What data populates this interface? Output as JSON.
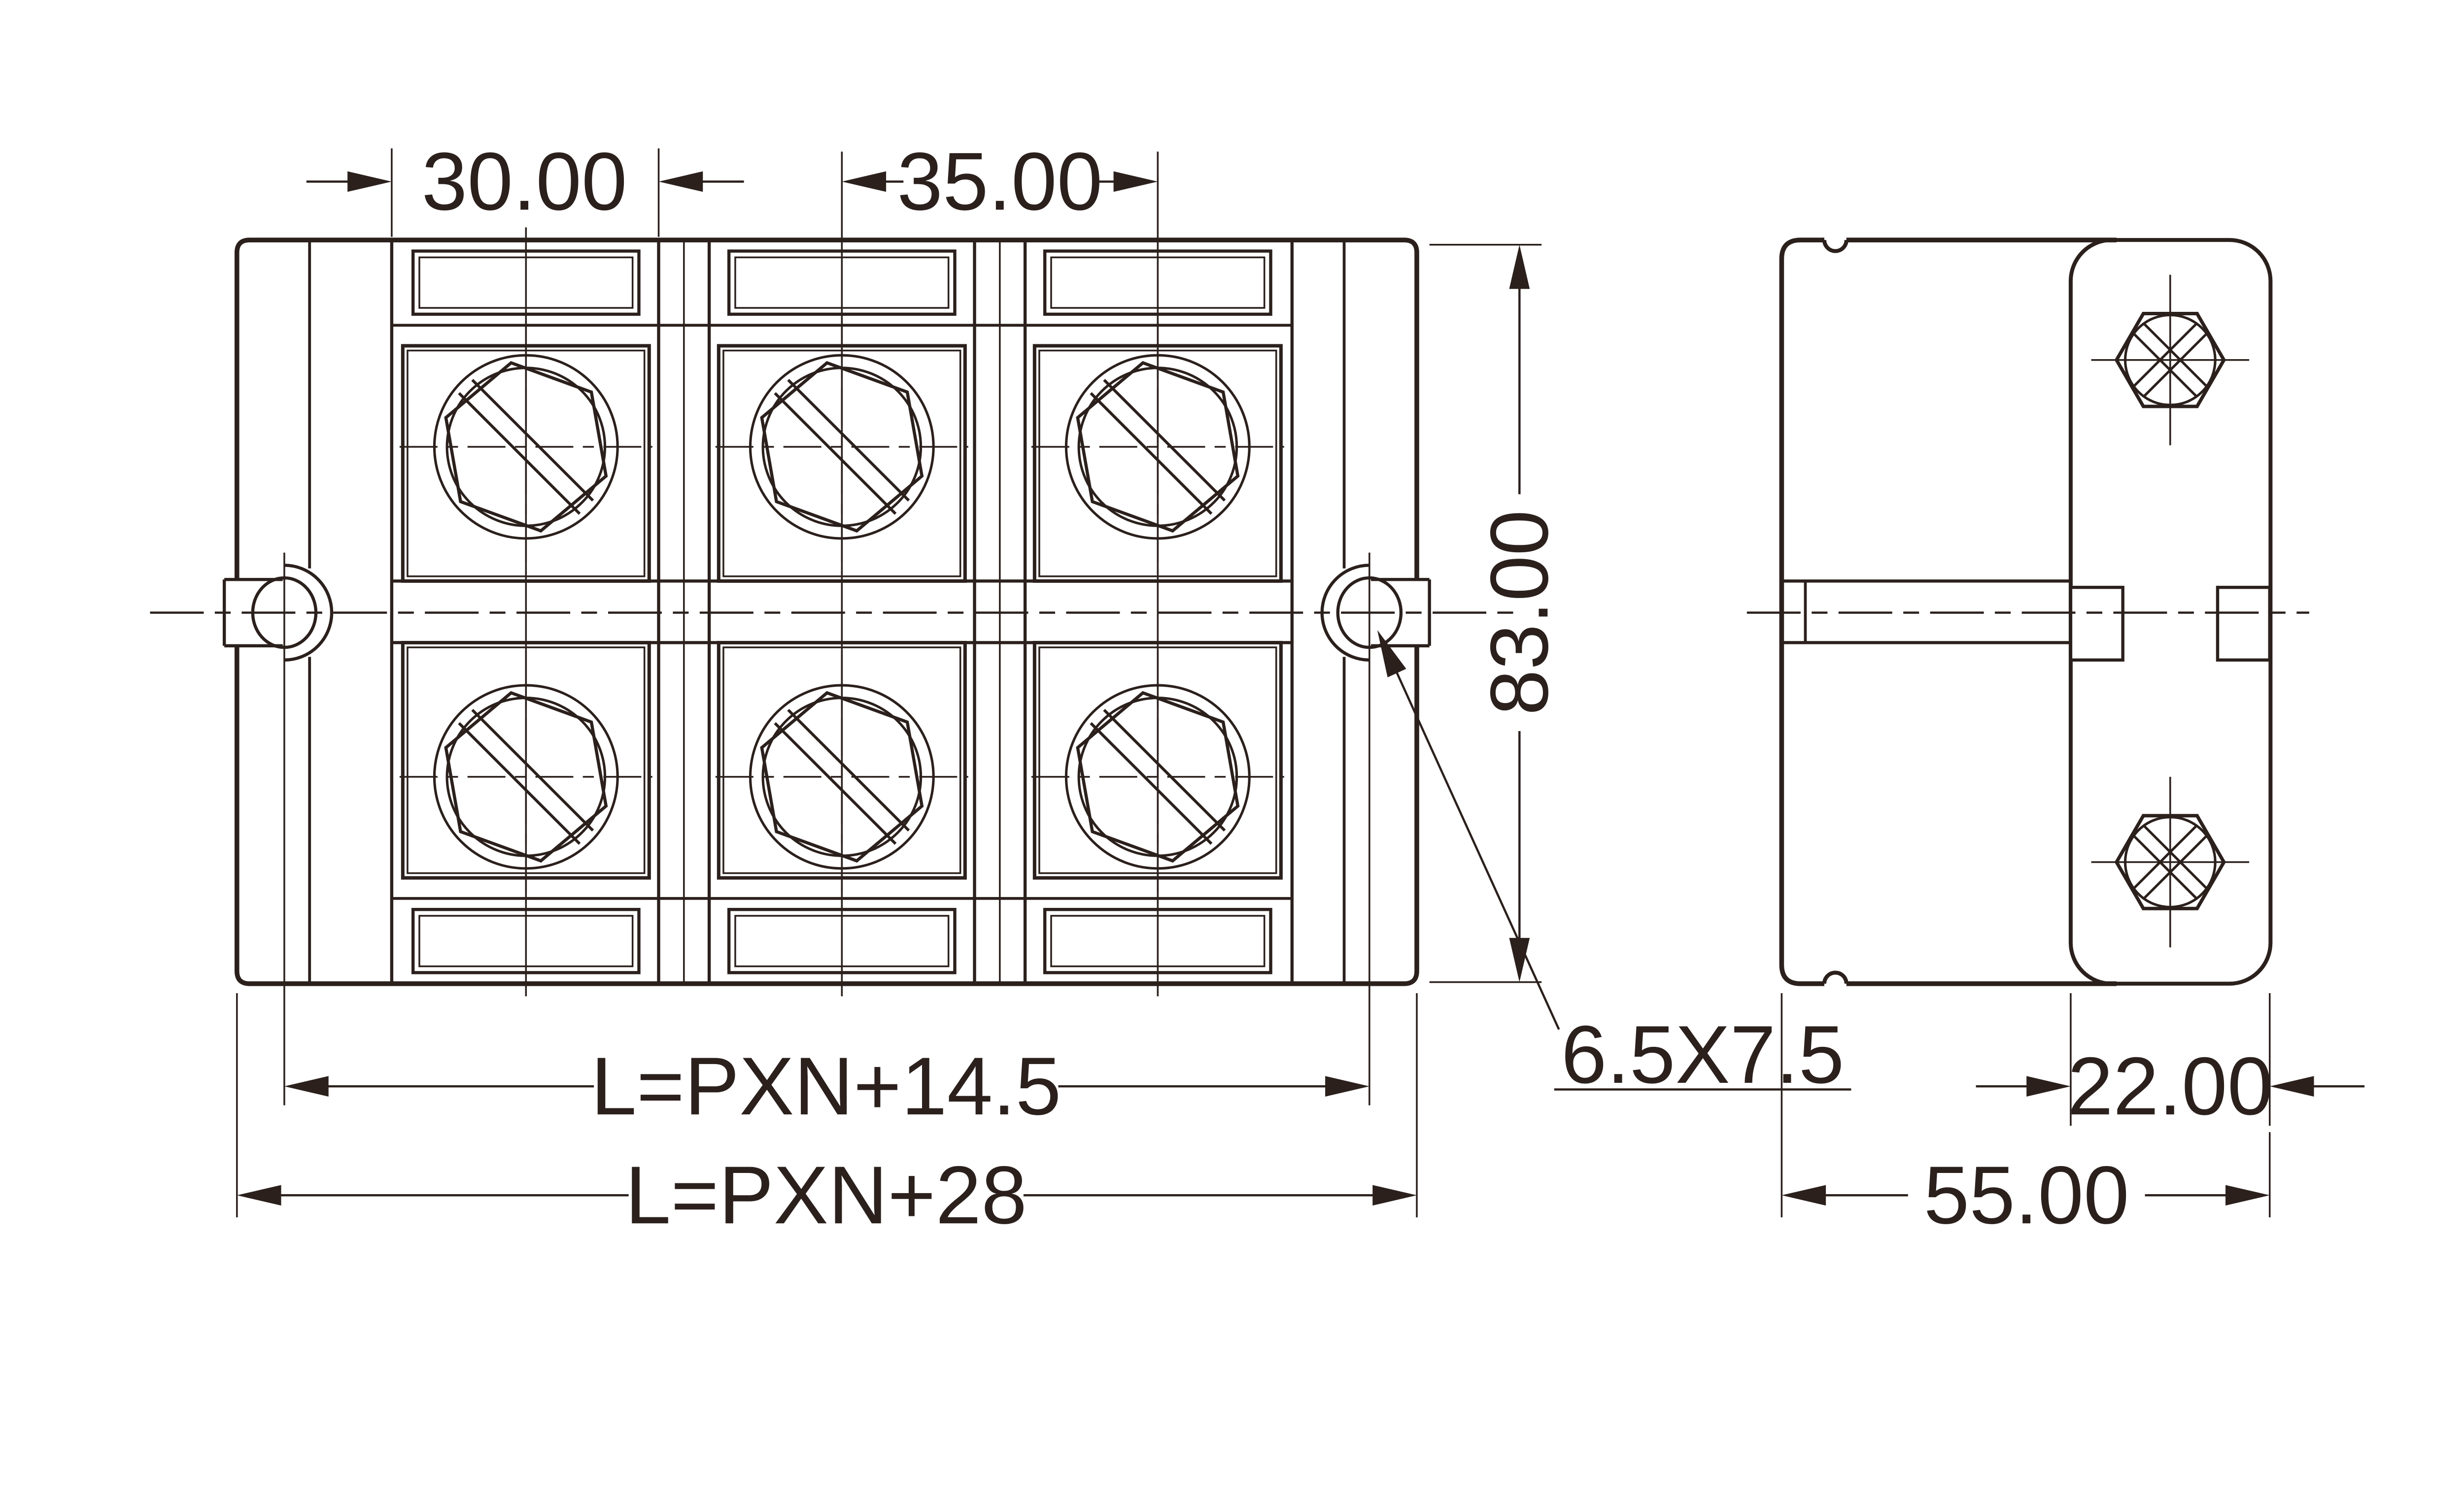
{
  "drawing": {
    "type": "engineering-dimension-drawing",
    "subject": "terminal-block 2x3 screw terminals, front view and side view",
    "background_color": "#ffffff",
    "line_color": "#2b201c",
    "dimensions": {
      "pole_section_width": "30.00",
      "pole_pitch": "35.00",
      "body_height": "83.00",
      "mounting_slot_size": "6.5X7.5",
      "mounting_hole_span": "L=PXN+14.5",
      "overall_length": "L=PXN+28",
      "cover_width": "22.00",
      "side_depth": "55.00"
    }
  }
}
